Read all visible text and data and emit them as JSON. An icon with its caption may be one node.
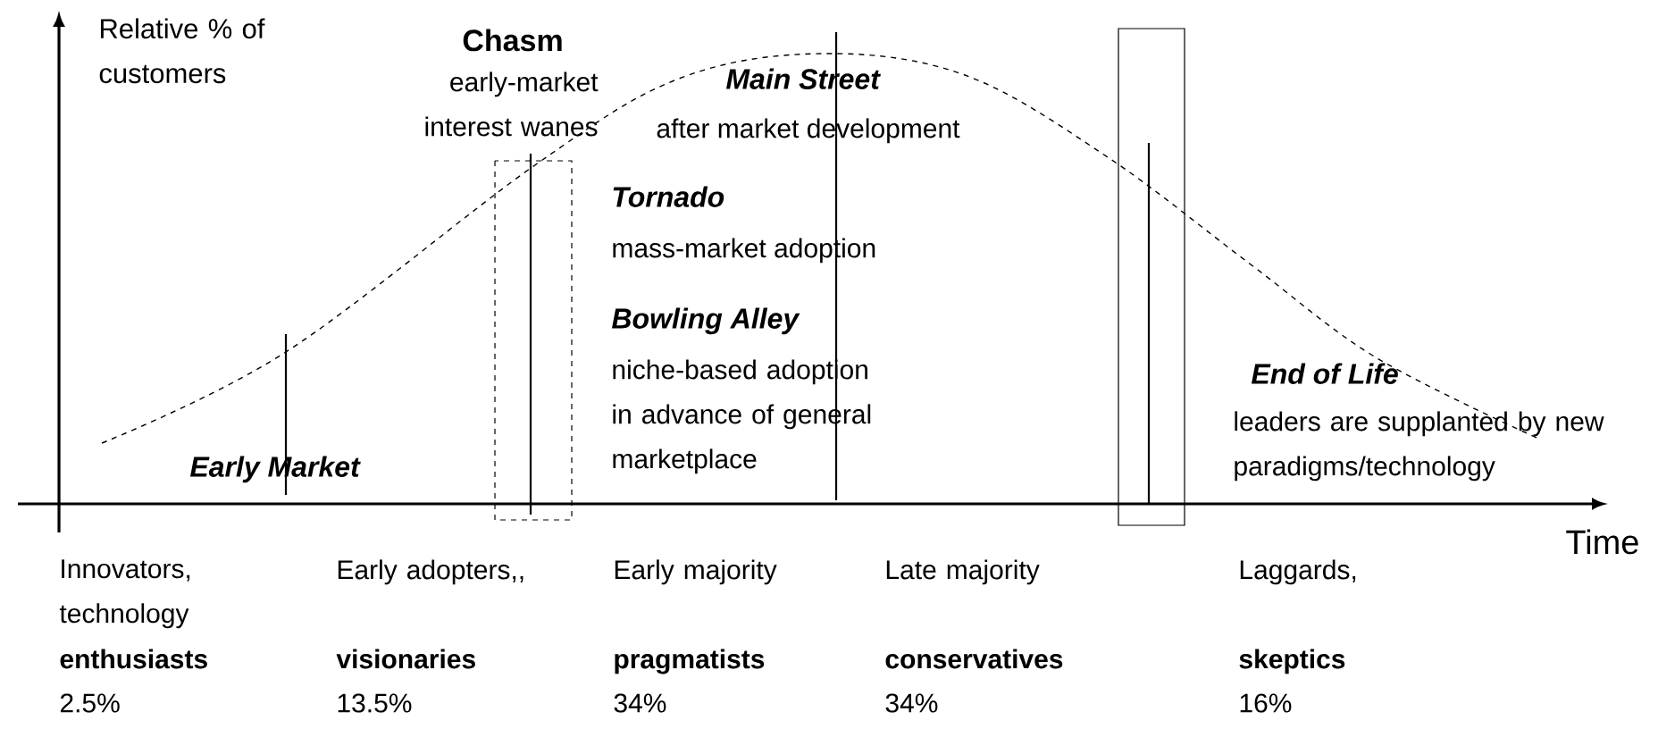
{
  "diagram": {
    "labels": [
      "Relative % of customers",
      "Time",
      "Chasm",
      "early-market interest wanes",
      "Main Street",
      "after market development",
      "Tornado",
      "mass-market adoption",
      "Bowling Alley",
      "niche-based adoption in advance of general marketplace",
      "Early Market",
      "End of Life",
      "leaders are supplanted by new paradigms/technology",
      "Innovators, technology",
      "enthusiasts",
      "2.5%",
      "Early adopters,,",
      "visionaries",
      "13.5%",
      "Early majority",
      "pragmatists",
      "34%",
      "Late majority",
      "conservatives",
      "34%",
      "Laggards,",
      "skeptics",
      "16%"
    ]
  }
}
